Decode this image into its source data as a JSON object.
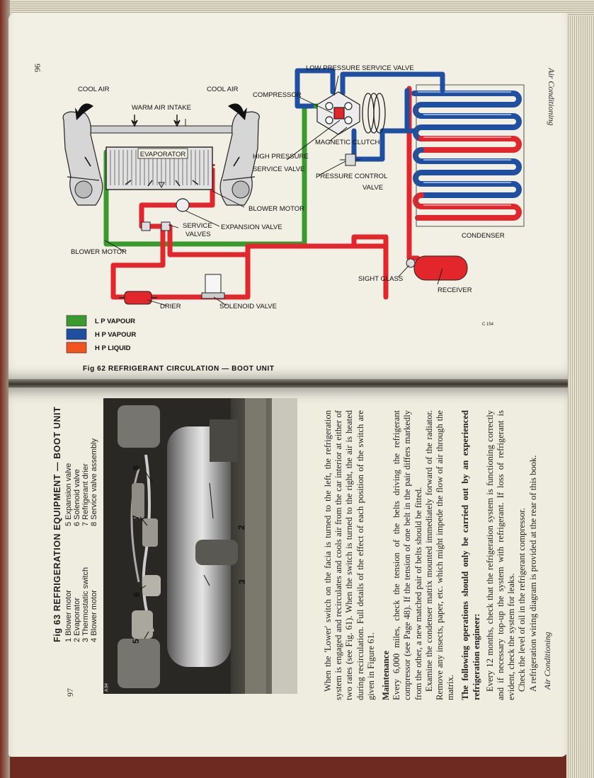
{
  "top_page": {
    "running_head": "Air Conditioning",
    "page_number": "96",
    "figure_code": "C 154",
    "figure_caption": "Fig 62 REFRIGERANT CIRCULATION — BOOT UNIT",
    "diagram_labels": {
      "cool_air_left": "COOL AIR",
      "cool_air_right": "COOL AIR",
      "warm_air_intake": "WARM AIR INTAKE",
      "low_pressure_service_valve": "LOW PRESSURE SERVICE VALVE",
      "compressor": "COMPRESSOR",
      "evaporator": "EVAPORATOR",
      "magnetic_clutch": "MAGNETIC CLUTCH",
      "high_pressure": "HIGH PRESSURE",
      "service_valve": "SERVICE VALVE",
      "pressure_control": "PRESSURE CONTROL",
      "valve": "VALVE",
      "blower_motor_right": "BLOWER MOTOR",
      "expansion_valve": "EXPANSION VALVE",
      "service": "SERVICE",
      "valves": "VALVES",
      "blower_motor_left": "BLOWER MOTOR",
      "condenser": "CONDENSER",
      "sight_glass": "SIGHT GLASS",
      "receiver": "RECEIVER",
      "drier": "DRIER",
      "solenoid_valve": "SOLENOID VALVE"
    },
    "legend": [
      {
        "label": "L P VAPOUR",
        "color": "#3a9a2e"
      },
      {
        "label": "H P VAPOUR",
        "color": "#1f4fa0"
      },
      {
        "label": "H P LIQUID",
        "color": "#f0541f"
      }
    ],
    "pipe_colors": {
      "lp_vapour": "#3a9a2e",
      "hp_vapour": "#1f4fa0",
      "hp_liquid": "#e3262c"
    }
  },
  "bottom_page": {
    "running_head": "Air Conditioning",
    "page_number": "97",
    "intro_paragraph": "When the 'Lower' switch on the facia is turned to the left, the refrigeration system is engaged and recirculates and cools air from the car interior at either of two rates (see Fig. 61). When the switch is turned to the right, the air is heated during recirculation. Full details of the effect of each position of the switch are given in Figure 61.",
    "maintenance_heading": "Maintenance",
    "maintenance_p1": "Every 6,000 miles, check the tension of the belts driving the refrigerant compressor (see Page 48). If the tension of one belt in the pair differs markedly from the other, a new matched pair of belts should be fitted.",
    "maintenance_p2": "Examine the condenser matrix mounted immediately forward of the radiator. Remove any insects, paper, etc. which might impede the flow of air through the matrix.",
    "engineer_heading": "The following operations should only be carried out by an experienced refrigeration engineer:",
    "engineer_p1": "Every 12 months, check that the refrigeration system is functioning correctly and if necessary top-up the system with refrigerant. If loss of refrigerant is evident, check the system for leaks.",
    "engineer_p2": "Check the level of oil in the refrigerant compressor.",
    "engineer_p3": "A refrigeration wiring diagram is provided at the rear of this book.",
    "photo_code": "A 94",
    "photo_callouts": [
      "8",
      "7",
      "2",
      "6",
      "3",
      "5"
    ],
    "fig63_title": "Fig 63 REFRIGERATION EQUIPMENT — BOOT UNIT",
    "fig63_items": [
      "1 Blower motor",
      "5 Expansion valve",
      "2 Evaporator",
      "6 Solenoid valve",
      "3 Thermostatic switch",
      "7 Refrigerant drier",
      "4 Blower motor",
      "8 Service valve assembly"
    ]
  }
}
